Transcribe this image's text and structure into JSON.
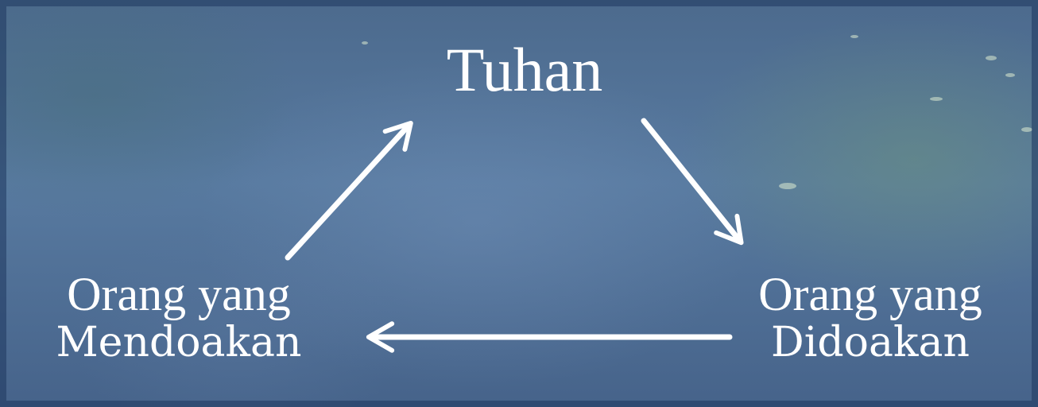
{
  "diagram": {
    "top_node": "Tuhan",
    "left_node": {
      "line1": "Orang yang",
      "line2": "Mendoakan"
    },
    "right_node": {
      "line1": "Orang yang",
      "line2": "Didoakan"
    }
  },
  "colors": {
    "text": "#ffffff",
    "arrow": "#ffffff",
    "background": "#4c6a8d"
  }
}
